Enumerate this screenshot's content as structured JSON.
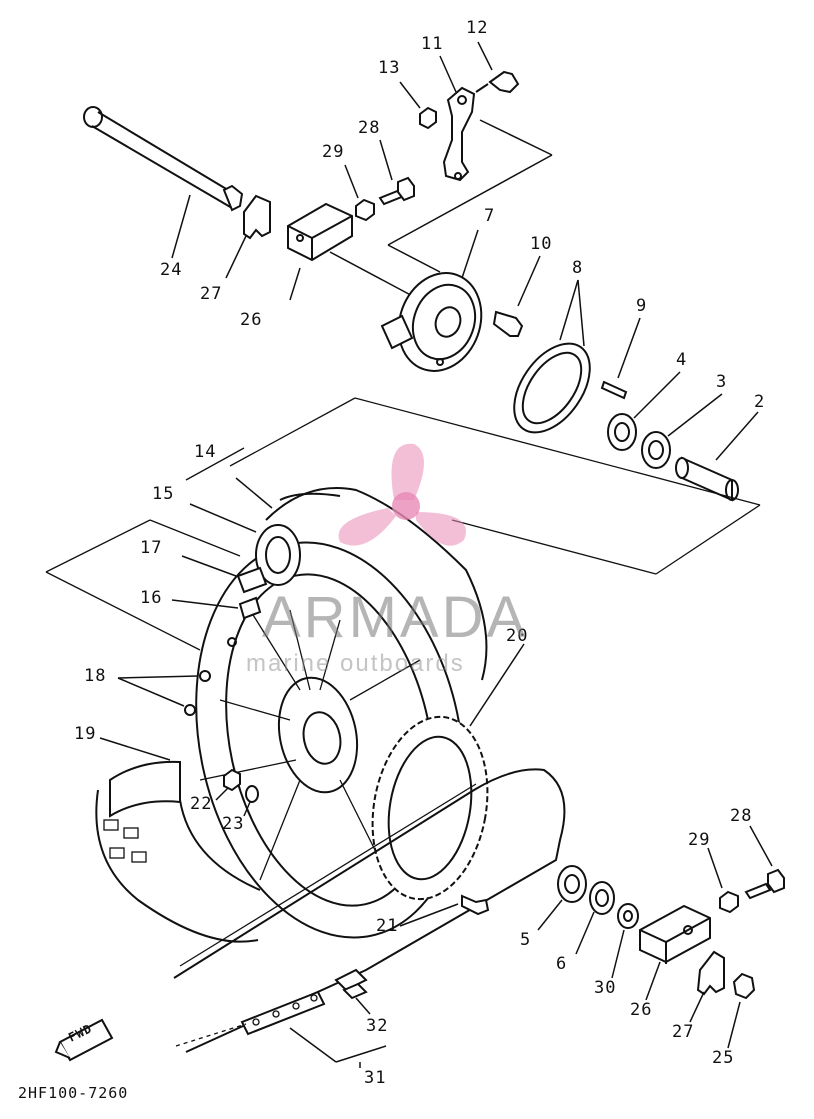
{
  "diagram": {
    "part_code": "2HF100-7260",
    "fwd_label": "FWD",
    "watermark": {
      "brand": "ARMADA",
      "tagline": "marine outboards",
      "accent": "#e88ab6"
    },
    "callouts": [
      {
        "id": "c12",
        "text": "12"
      },
      {
        "id": "c11",
        "text": "11"
      },
      {
        "id": "c13",
        "text": "13"
      },
      {
        "id": "c28a",
        "text": "28"
      },
      {
        "id": "c29a",
        "text": "29"
      },
      {
        "id": "c7",
        "text": "7"
      },
      {
        "id": "c10",
        "text": "10"
      },
      {
        "id": "c8",
        "text": "8"
      },
      {
        "id": "c9",
        "text": "9"
      },
      {
        "id": "c4",
        "text": "4"
      },
      {
        "id": "c3",
        "text": "3"
      },
      {
        "id": "c2",
        "text": "2"
      },
      {
        "id": "c24",
        "text": "24"
      },
      {
        "id": "c27a",
        "text": "27"
      },
      {
        "id": "c26a",
        "text": "26"
      },
      {
        "id": "c14",
        "text": "14"
      },
      {
        "id": "c15",
        "text": "15"
      },
      {
        "id": "c17",
        "text": "17"
      },
      {
        "id": "c16",
        "text": "16"
      },
      {
        "id": "c18",
        "text": "18"
      },
      {
        "id": "c19",
        "text": "19"
      },
      {
        "id": "c20",
        "text": "20"
      },
      {
        "id": "c22",
        "text": "22"
      },
      {
        "id": "c23",
        "text": "23"
      },
      {
        "id": "c21",
        "text": "21"
      },
      {
        "id": "c5",
        "text": "5"
      },
      {
        "id": "c6",
        "text": "6"
      },
      {
        "id": "c30",
        "text": "30"
      },
      {
        "id": "c26b",
        "text": "26"
      },
      {
        "id": "c27b",
        "text": "27"
      },
      {
        "id": "c25",
        "text": "25"
      },
      {
        "id": "c29b",
        "text": "29"
      },
      {
        "id": "c28b",
        "text": "28"
      },
      {
        "id": "c32",
        "text": "32"
      },
      {
        "id": "c31",
        "text": "31"
      }
    ]
  }
}
